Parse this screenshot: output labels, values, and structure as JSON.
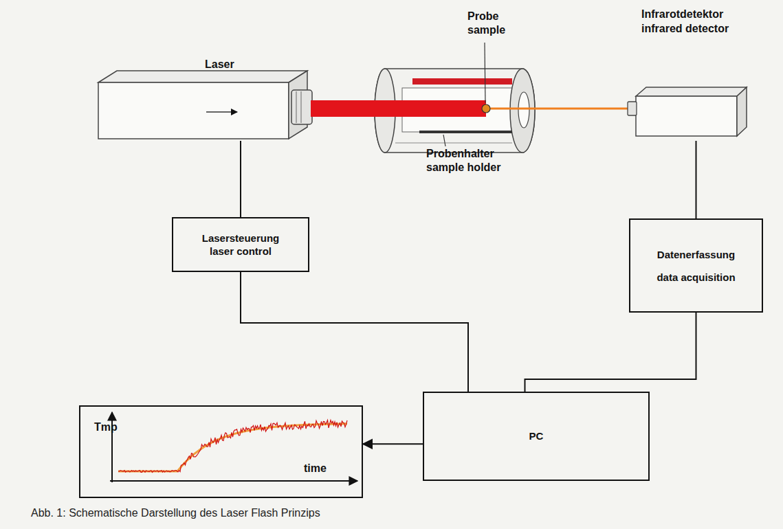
{
  "diagram": {
    "caption": "Abb. 1: Schematische Darstellung des Laser Flash Prinzips",
    "nodes": [
      {
        "text": [
          "Laser"
        ]
      },
      {
        "text": [
          "Infrarotdetektor infrared detector"
        ]
      },
      {
        "text": [
          "Lasersteuerung laser control"
        ]
      },
      {
        "text": [
          "Datenerfassung data acquisition"
        ]
      },
      {
        "text": [
          "Tmp",
          "time"
        ]
      },
      {
        "text": [
          "PC"
        ]
      }
    ],
    "edges": [
      {
        "from": 0,
        "to": 2,
        "arrow": "none"
      },
      {
        "from": 1,
        "to": 3,
        "arrow": "none"
      },
      {
        "from": 2,
        "to": 5,
        "arrow": "none"
      },
      {
        "from": 3,
        "to": 5,
        "arrow": "none"
      },
      {
        "from": 5,
        "to": 4,
        "arrow": "to"
      }
    ],
    "labels": [
      "Probe sample",
      "Probenhalter sample holder"
    ]
  }
}
